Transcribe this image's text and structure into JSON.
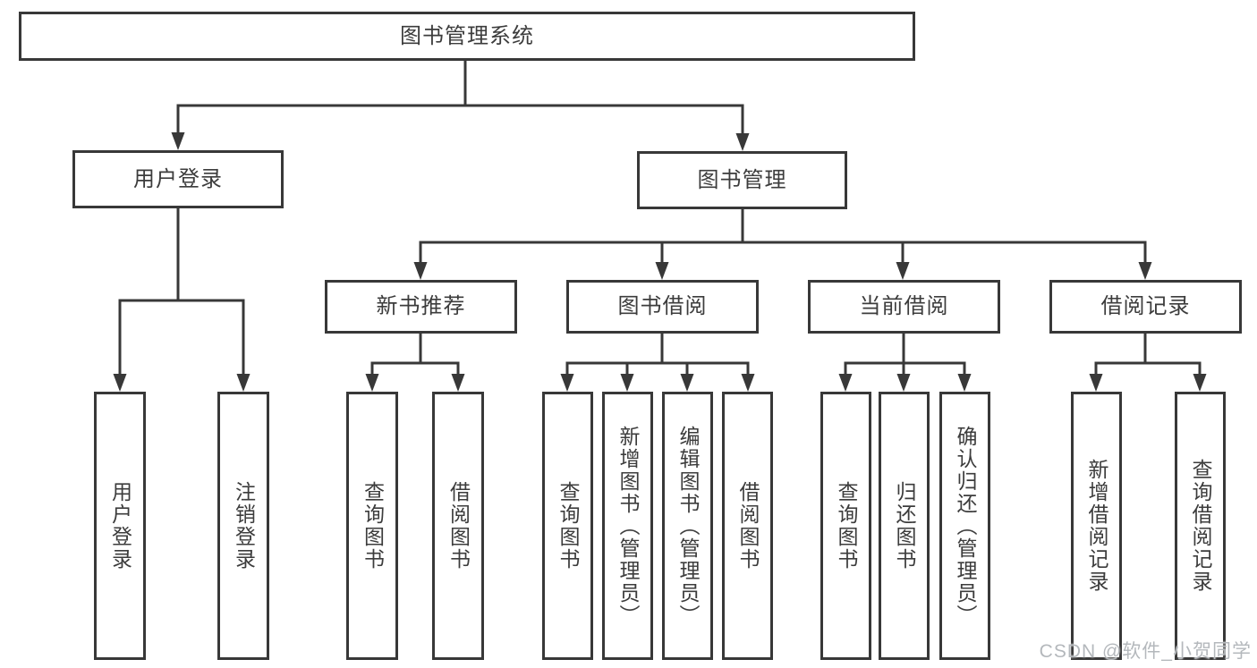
{
  "watermark": "CSDN @软件_小贺同学",
  "colors": {
    "line": "#383838",
    "text": "#3c3c3c",
    "watermark": "#b4b8bc",
    "background": "#ffffff"
  },
  "tree": {
    "label": "图书管理系统",
    "children": [
      {
        "label": "用户登录",
        "children": [
          {
            "label": "用户登录"
          },
          {
            "label": "注销登录"
          }
        ]
      },
      {
        "label": "图书管理",
        "children": [
          {
            "label": "新书推荐",
            "children": [
              {
                "label": "查询图书"
              },
              {
                "label": "借阅图书"
              }
            ]
          },
          {
            "label": "图书借阅",
            "children": [
              {
                "label": "查询图书"
              },
              {
                "label": "新增图书（管理员）"
              },
              {
                "label": "编辑图书（管理员）"
              },
              {
                "label": "借阅图书"
              }
            ]
          },
          {
            "label": "当前借阅",
            "children": [
              {
                "label": "查询图书"
              },
              {
                "label": "归还图书"
              },
              {
                "label": "确认归还（管理员）"
              }
            ]
          },
          {
            "label": "借阅记录",
            "children": [
              {
                "label": "新增借阅记录"
              },
              {
                "label": "查询借阅记录"
              }
            ]
          }
        ]
      }
    ]
  }
}
